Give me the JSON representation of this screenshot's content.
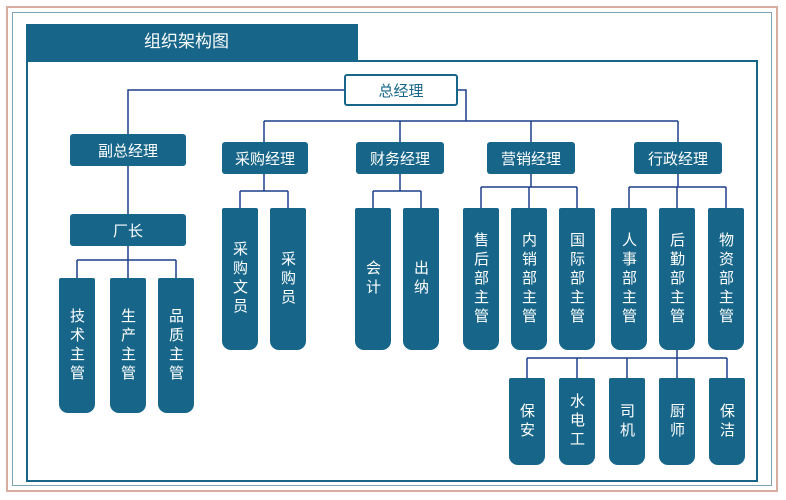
{
  "title": "组织架构图",
  "nodes": {
    "general_manager": "总经理",
    "deputy_general_manager": "副总经理",
    "factory_director": "厂长",
    "technical_supervisor": "技术主管",
    "production_supervisor": "生产主管",
    "quality_supervisor": "品质主管",
    "purchasing_manager": "采购经理",
    "purchasing_clerk": "采购文员",
    "purchaser": "采购员",
    "finance_manager": "财务经理",
    "accountant": "会计",
    "cashier": "出纳",
    "marketing_manager": "营销经理",
    "after_sales_supervisor": "售后部主管",
    "domestic_sales_supervisor": "内销部主管",
    "international_supervisor": "国际部主管",
    "admin_manager": "行政经理",
    "hr_supervisor": "人事部主管",
    "logistics_supervisor": "后勤部主管",
    "materials_supervisor": "物资部主管",
    "security": "保安",
    "electrician": "水电工",
    "driver": "司机",
    "cook": "厨师",
    "cleaner": "保洁"
  },
  "colors": {
    "box": "#17668a",
    "connector": "#1f3f8c",
    "outer_border": "#d9ad9f"
  }
}
